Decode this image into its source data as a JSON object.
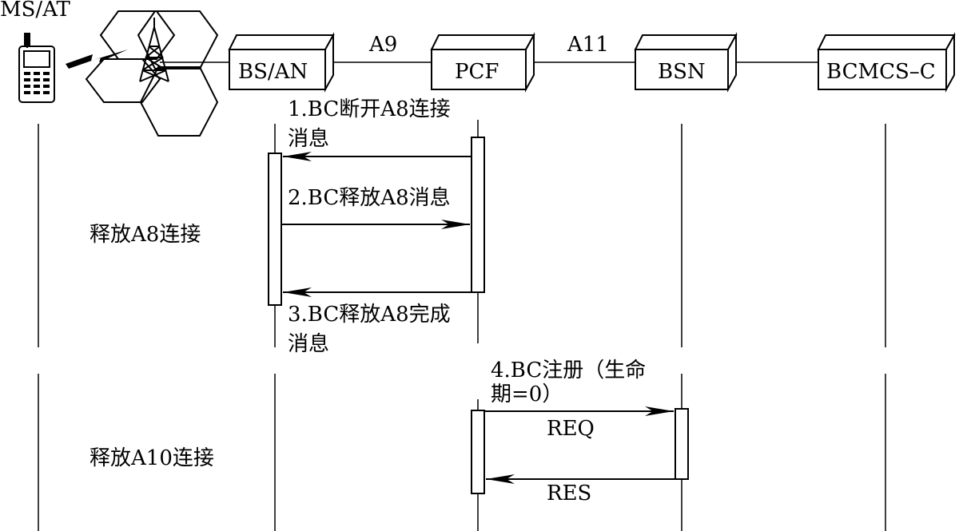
{
  "title": "MS/AT",
  "entities": [
    {
      "id": "bs",
      "label": "BS/AN"
    },
    {
      "id": "pcf",
      "label": "PCF"
    },
    {
      "id": "bsn",
      "label": "BSN"
    },
    {
      "id": "bcmcs",
      "label": "BCMCS–C"
    }
  ],
  "interfaces": {
    "a9": "A9",
    "a11": "A11"
  },
  "phases": [
    {
      "label": "释放A8连接"
    },
    {
      "label": "释放A10连接"
    }
  ],
  "messages": [
    {
      "line1": "1.BC断开A8连接",
      "line2": "消息"
    },
    {
      "line1": "2.BC释放A8消息"
    },
    {
      "line1": "3.BC释放A8完成",
      "line2": "消息"
    },
    {
      "line1": "4.BC注册（生命",
      "line2": "期=0）"
    },
    {
      "line1": "REQ"
    },
    {
      "line1": "RES"
    }
  ]
}
